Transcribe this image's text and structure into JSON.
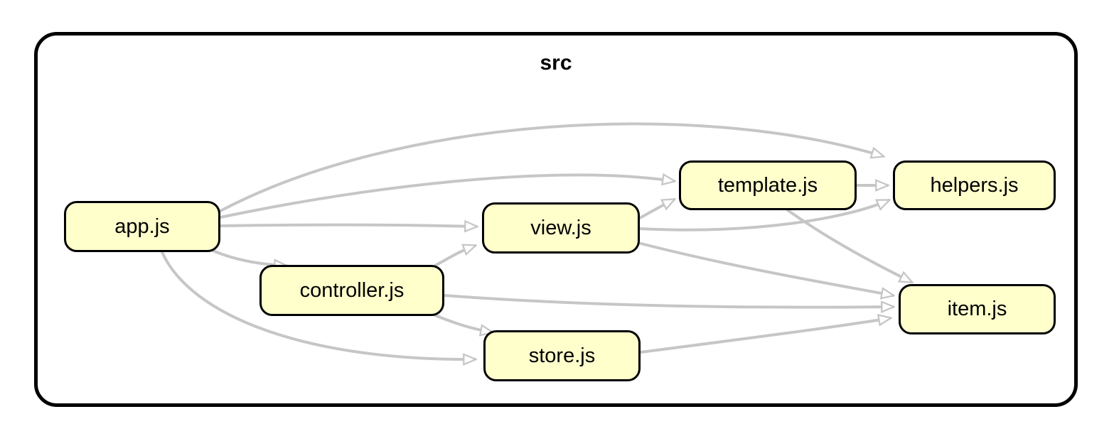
{
  "diagram": {
    "container_label": "src",
    "nodes": [
      {
        "id": "app",
        "label": "app.js"
      },
      {
        "id": "controller",
        "label": "controller.js"
      },
      {
        "id": "view",
        "label": "view.js"
      },
      {
        "id": "store",
        "label": "store.js"
      },
      {
        "id": "template",
        "label": "template.js"
      },
      {
        "id": "helpers",
        "label": "helpers.js"
      },
      {
        "id": "item",
        "label": "item.js"
      }
    ],
    "edges": [
      {
        "from": "app",
        "to": "helpers"
      },
      {
        "from": "app",
        "to": "template"
      },
      {
        "from": "app",
        "to": "view"
      },
      {
        "from": "app",
        "to": "controller"
      },
      {
        "from": "app",
        "to": "store"
      },
      {
        "from": "controller",
        "to": "view"
      },
      {
        "from": "controller",
        "to": "item"
      },
      {
        "from": "controller",
        "to": "store"
      },
      {
        "from": "view",
        "to": "template"
      },
      {
        "from": "view",
        "to": "helpers"
      },
      {
        "from": "view",
        "to": "item"
      },
      {
        "from": "template",
        "to": "helpers"
      },
      {
        "from": "template",
        "to": "item"
      },
      {
        "from": "store",
        "to": "item"
      }
    ],
    "colors": {
      "node_fill": "#FFFFCC",
      "node_border": "#000000",
      "edge": "#C6C6C6",
      "arrowhead_fill": "#FFFFFF",
      "container_border": "#000000",
      "background": "#FFFFFF"
    }
  }
}
